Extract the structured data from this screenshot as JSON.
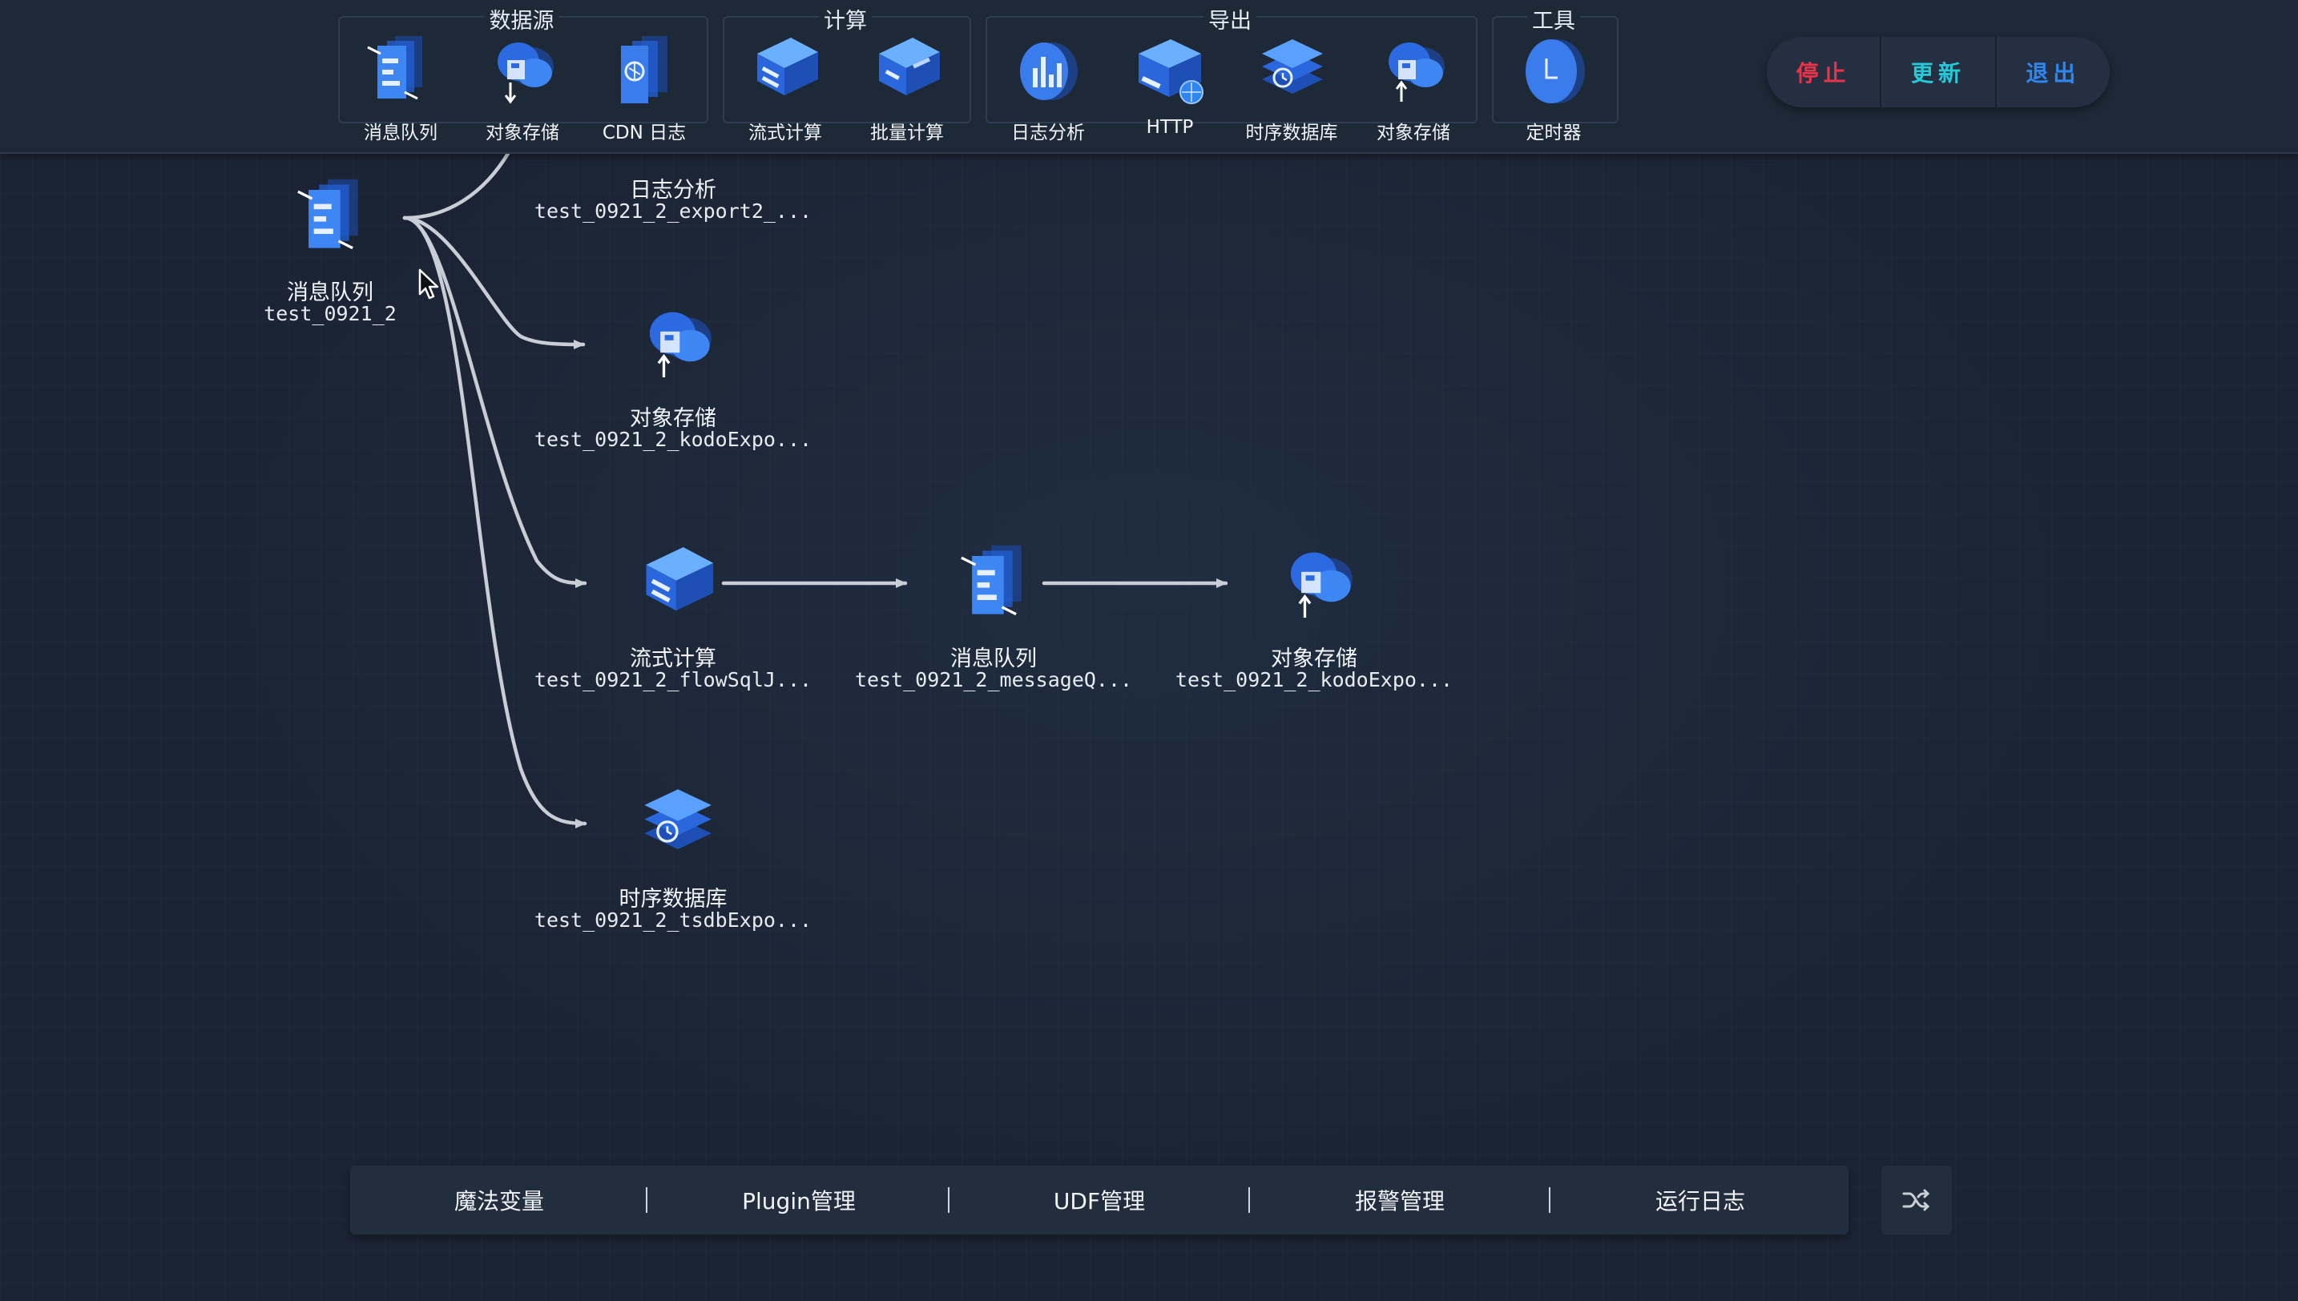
{
  "toolbar": {
    "groups": [
      {
        "title": "数据源",
        "items": [
          {
            "label": "消息队列",
            "icon": "message-queue-icon"
          },
          {
            "label": "对象存储",
            "icon": "object-storage-icon"
          },
          {
            "label": "CDN 日志",
            "icon": "cdn-log-icon"
          }
        ]
      },
      {
        "title": "计算",
        "items": [
          {
            "label": "流式计算",
            "icon": "stream-compute-icon"
          },
          {
            "label": "批量计算",
            "icon": "batch-compute-icon"
          }
        ]
      },
      {
        "title": "导出",
        "items": [
          {
            "label": "日志分析",
            "icon": "log-analysis-icon"
          },
          {
            "label": "HTTP",
            "icon": "http-icon"
          },
          {
            "label": "时序数据库",
            "icon": "tsdb-icon"
          },
          {
            "label": "对象存储",
            "icon": "object-storage-icon"
          }
        ]
      },
      {
        "title": "工具",
        "items": [
          {
            "label": "定时器",
            "icon": "timer-icon"
          }
        ]
      }
    ]
  },
  "controls": {
    "stop": "停止",
    "update": "更新",
    "exit": "退出",
    "colors": {
      "stop": "#e8344a",
      "update": "#27c9d6",
      "exit": "#2f86f0"
    }
  },
  "nodes": {
    "source": {
      "name": "消息队列",
      "id": "test_0921_2",
      "icon": "message-queue-icon"
    },
    "log_export": {
      "name": "日志分析",
      "id": "test_0921_2_export2_...",
      "icon": "log-analysis-icon"
    },
    "kodo_export": {
      "name": "对象存储",
      "id": "test_0921_2_kodoExpo...",
      "icon": "object-storage-icon"
    },
    "flow_sql": {
      "name": "流式计算",
      "id": "test_0921_2_flowSqlJ...",
      "icon": "stream-compute-icon"
    },
    "message_q": {
      "name": "消息队列",
      "id": "test_0921_2_messageQ...",
      "icon": "message-queue-icon"
    },
    "kodo_export_2": {
      "name": "对象存储",
      "id": "test_0921_2_kodoExpo...",
      "icon": "object-storage-icon"
    },
    "tsdb_export": {
      "name": "时序数据库",
      "id": "test_0921_2_tsdbExpo...",
      "icon": "tsdb-icon"
    }
  },
  "bottombar": {
    "items": [
      "魔法变量",
      "Plugin管理",
      "UDF管理",
      "报警管理",
      "运行日志"
    ],
    "shuffle_icon": "shuffle-icon"
  },
  "colors": {
    "accent": "#2f86f0",
    "edge": "#c9ced6",
    "background": "#1b2434"
  }
}
